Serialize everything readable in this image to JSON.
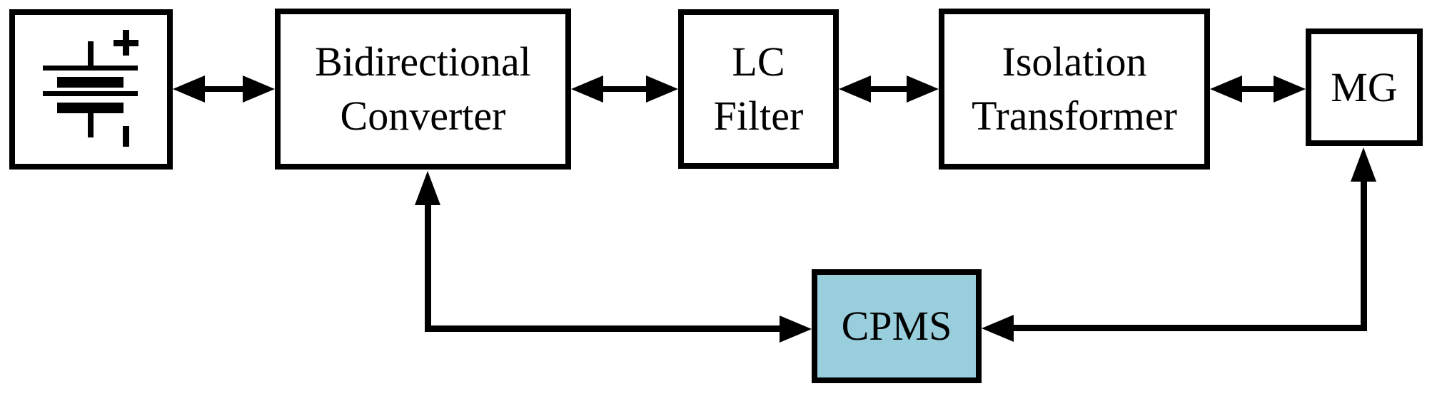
{
  "diagram": {
    "type": "block-diagram",
    "background_color": "#ffffff",
    "stroke_color": "#000000",
    "blocks": {
      "battery": {
        "label": "",
        "symbol": "battery-cell-icon",
        "plus_marker": "+",
        "minus_marker": "-",
        "fill": "#ffffff"
      },
      "converter": {
        "label": "Bidirectional\nConverter",
        "fill": "#ffffff"
      },
      "lc_filter": {
        "label": "LC\nFilter",
        "fill": "#ffffff"
      },
      "isolation_transformer": {
        "label": "Isolation\nTransformer",
        "fill": "#ffffff"
      },
      "mg": {
        "label": "MG",
        "fill": "#ffffff"
      },
      "cpms": {
        "label": "CPMS",
        "fill": "#99cedd"
      }
    },
    "connections": [
      {
        "from": "battery",
        "to": "converter",
        "arrows": "both",
        "route": "straight"
      },
      {
        "from": "converter",
        "to": "lc_filter",
        "arrows": "both",
        "route": "straight"
      },
      {
        "from": "lc_filter",
        "to": "isolation_transformer",
        "arrows": "both",
        "route": "straight"
      },
      {
        "from": "isolation_transformer",
        "to": "mg",
        "arrows": "both",
        "route": "straight"
      },
      {
        "from": "cpms",
        "to": "converter",
        "arrows": "both",
        "route": "elbow"
      },
      {
        "from": "cpms",
        "to": "mg",
        "arrows": "both",
        "route": "elbow"
      }
    ]
  }
}
